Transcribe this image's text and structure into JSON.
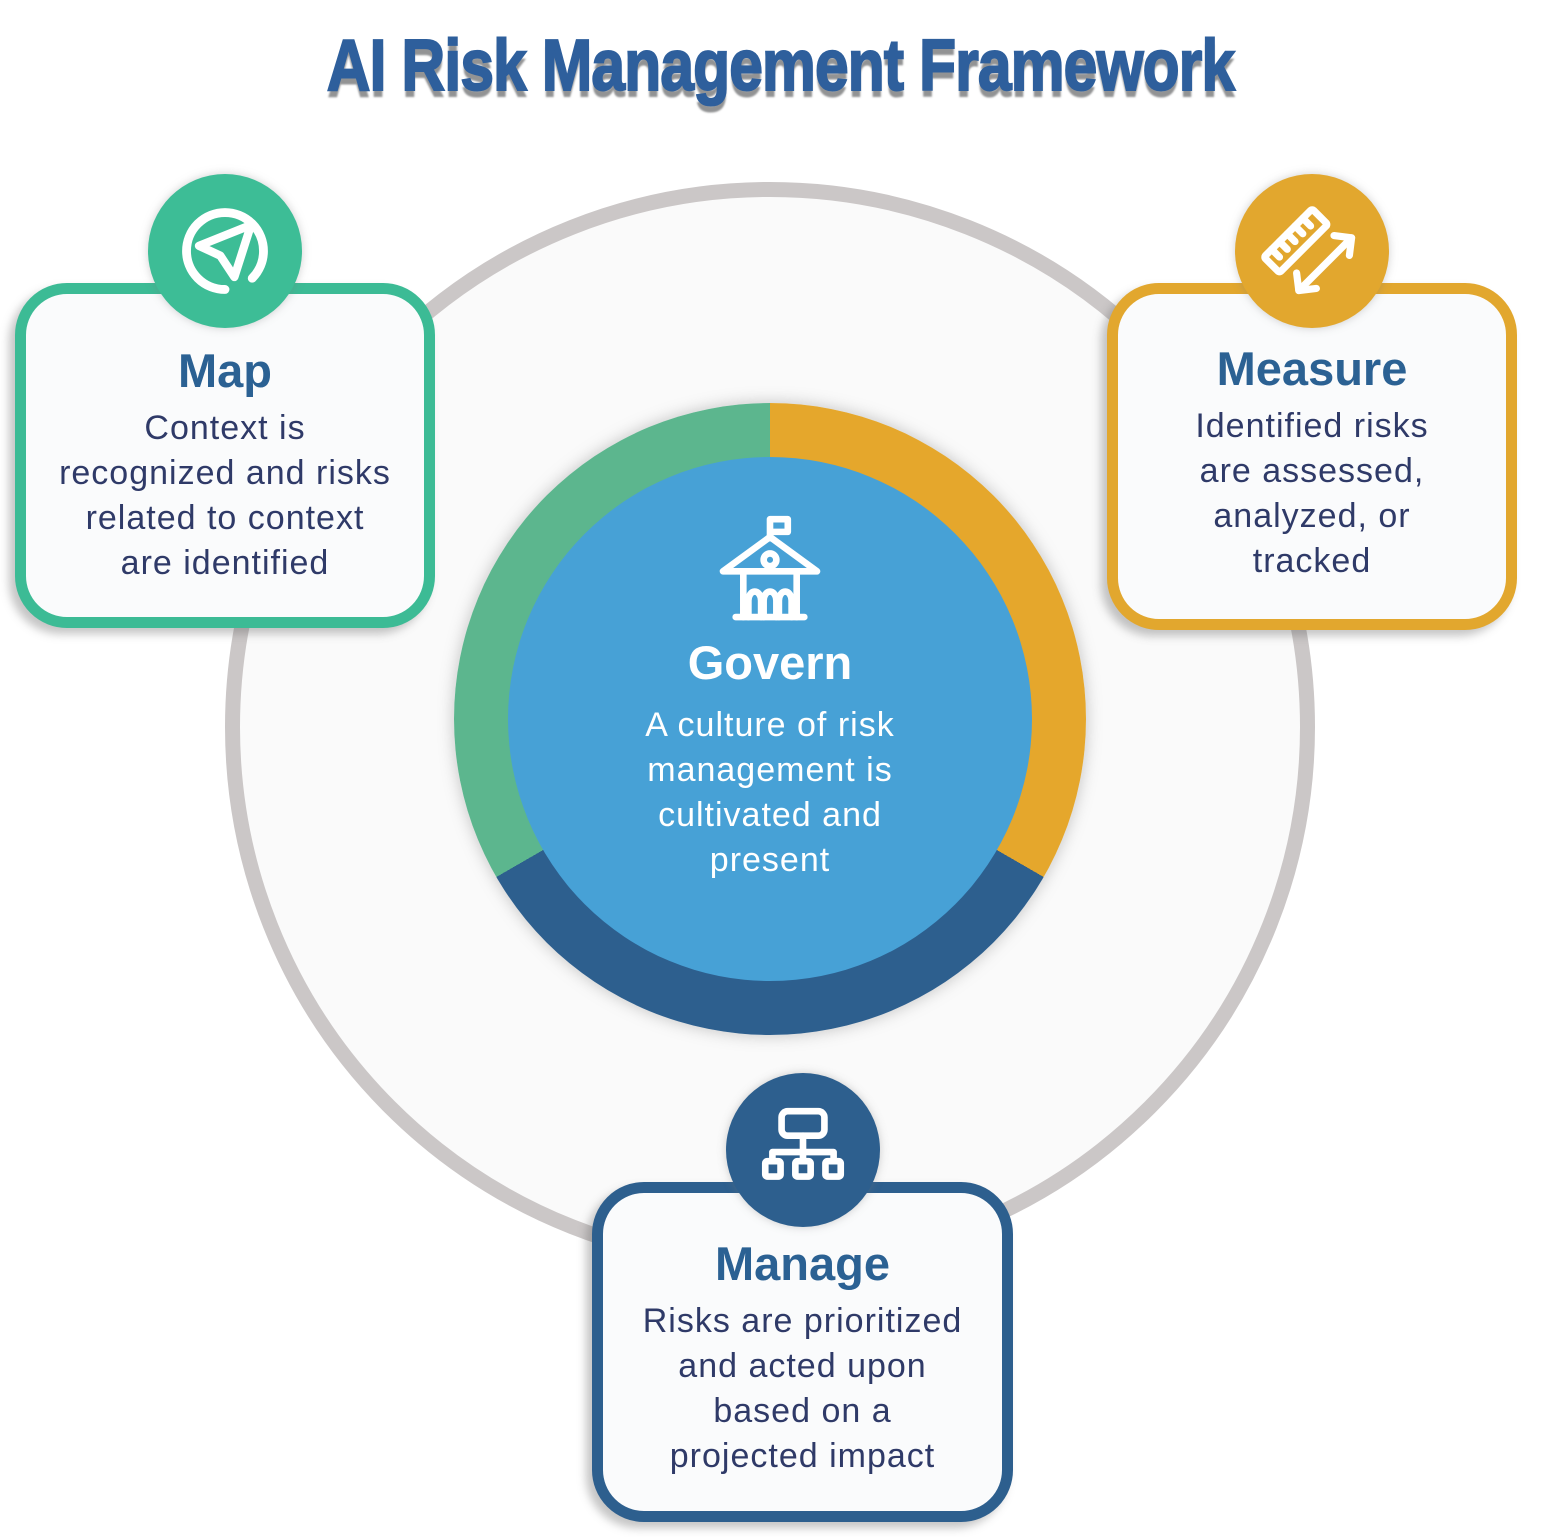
{
  "title": "AI Risk Management Framework",
  "govern": {
    "title": "Govern",
    "body_lines": [
      "A culture of risk",
      "management is",
      "cultivated and",
      "present"
    ],
    "icon": "government-building-icon"
  },
  "cards": {
    "map": {
      "title": "Map",
      "body_lines": [
        "Context is",
        "recognized and risks",
        "related to context",
        "are identified"
      ],
      "icon": "navigation-arrow-icon",
      "accent": "#3CBB95"
    },
    "measure": {
      "title": "Measure",
      "body_lines": [
        "Identified risks",
        "are assessed,",
        "analyzed, or",
        "tracked"
      ],
      "icon": "ruler-double-arrow-icon",
      "accent": "#E2A72E"
    },
    "manage": {
      "title": "Manage",
      "body_lines": [
        "Risks are prioritized",
        "and acted upon",
        "based on a",
        "projected impact"
      ],
      "icon": "sitemap-icon",
      "accent": "#2D5F8E"
    }
  },
  "ring": {
    "segments": [
      {
        "name": "measure",
        "color": "#E5A72C",
        "from_deg": 0,
        "to_deg": 120
      },
      {
        "name": "manage",
        "color": "#2D5F8E",
        "from_deg": 120,
        "to_deg": 240
      },
      {
        "name": "map",
        "color": "#5CB68E",
        "from_deg": 240,
        "to_deg": 360
      }
    ]
  },
  "palette": {
    "teal": "#3CBB95",
    "teal_badge": "#3DBD96",
    "gold": "#E2A72E",
    "navy": "#2D5F8E",
    "sky": "#47A1D6",
    "title_blue": "#2E5F9C",
    "heading_blue": "#2B6193",
    "body_navy": "#2F3A68",
    "circle_fill": "#FAFAFA",
    "circle_edge": "#CBC7C7",
    "card_fill": "#FAFBFC"
  }
}
